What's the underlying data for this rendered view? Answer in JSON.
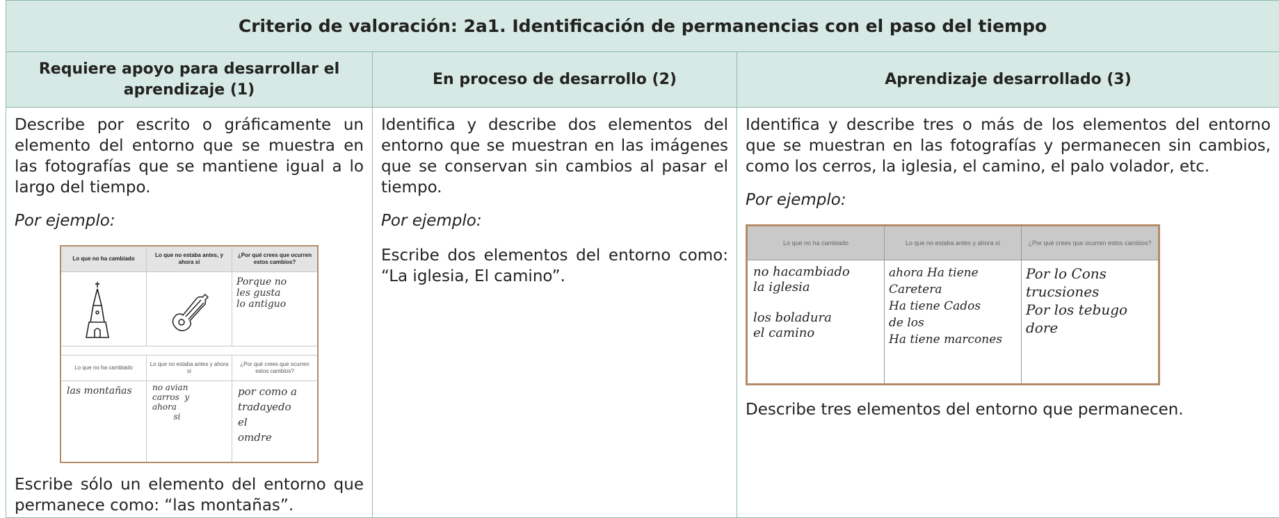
{
  "title": "Criterio de valoración: 2a1. Identificación de permanencias con el paso del tiempo",
  "columns": [
    {
      "heading": "Requiere apoyo para desarrollar el aprendizaje (1)",
      "description": "Describe por escrito o gráficamente un elemento del entorno que se muestra en las fotografías que se mantiene igual a lo largo del tiempo.",
      "example_label": "Por ejemplo:",
      "closing": "Escribe sólo un elemento del entorno que permanece como: “las montañas”."
    },
    {
      "heading": "En proceso de desarrollo (2)",
      "description": "Identifica y describe dos elementos del entorno que se muestran en las imágenes que se conservan sin cambios al pasar el tiempo.",
      "example_label": "Por ejemplo:",
      "closing": "Escribe dos elementos del entorno como: “La iglesia, El camino”."
    },
    {
      "heading": "Aprendizaje desarrollado (3)",
      "description": "Identifica y describe tres o más de los elementos del entorno que se muestran en las fotografías y permanecen sin cambios, como los cerros, la iglesia, el camino, el palo volador, etc.",
      "example_label": "Por ejemplo:",
      "closing": "Describe tres elementos del entorno que permanecen."
    }
  ],
  "sheet1": {
    "headers_top": [
      "Lo que no ha cambiado",
      "Lo que no estaba antes, y ahora sí",
      "¿Por qué crees que ocurren estos cambios?"
    ],
    "headers_bottom": [
      "Lo que no ha cambiado",
      "Lo que no estaba antes y ahora sí",
      "¿Por qué crees que ocurren estos cambios?"
    ],
    "answer_top_3": "Porque no\nles gusta\nlo antiguo",
    "answer_bottom_1": "las montañas",
    "answer_bottom_2": "no avian\ncarros  y\nahora\n        si",
    "answer_bottom_3": "por como a\ntradayedo\nel\nomdre"
  },
  "sheet2": {
    "headers": [
      "Lo que no ha cambiado",
      "Lo que no estaba antes y ahora sí",
      "¿Por qué crees que ocurren estos cambios?"
    ],
    "answer_1": "no hacambiado\nla iglesia\n\nlos boladura\nel camino",
    "answer_2": "ahora Ha tiene\nCaretera\nHa tiene Cados\nde los\nHa tiene marcones",
    "answer_3": "Por lo Cons\ntrucsiones\nPor los tebugo\ndore"
  }
}
